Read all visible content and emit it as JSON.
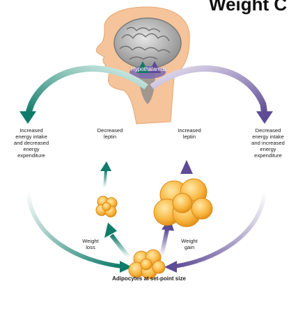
{
  "title_fragment": "Weight C",
  "hypothalamus_label": "Hypothalamus",
  "labels": {
    "increased_intake": [
      "Increased",
      "energy intake",
      "and decreased",
      "energy",
      "expenditure"
    ],
    "decreased_leptin": [
      "Decreased",
      "leptin"
    ],
    "increased_leptin": [
      "Increased",
      "leptin"
    ],
    "decreased_intake": [
      "Decreased",
      "energy intake",
      "and increased",
      "energy",
      "expenditure"
    ],
    "weight_loss": [
      "Weight",
      "loss"
    ],
    "weight_gain": [
      "Weight",
      "gain"
    ]
  },
  "caption": "Adipocytes at set-point size",
  "colors": {
    "teal_arrow": "#1a8a7a",
    "purple_arrow": "#6b5a9e",
    "skin": "#f6c49a",
    "brain": "#9c9c9c",
    "fat": "#f5a623"
  }
}
